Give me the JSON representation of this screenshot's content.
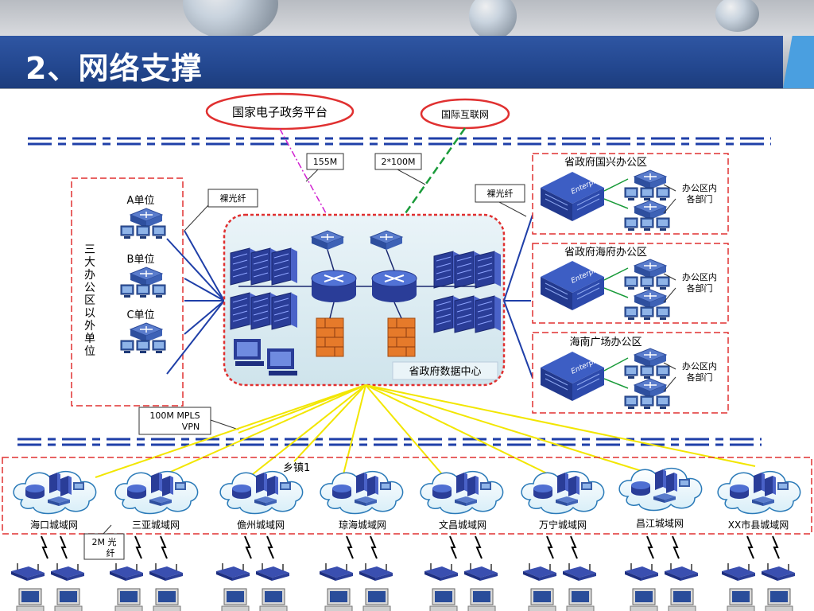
{
  "slide": {
    "title": "2、网络支撑"
  },
  "top_nodes": {
    "gov_platform": "国家电子政务平台",
    "internet": "国际互联网",
    "link_155m": "155M",
    "link_2x100m": "2*100M"
  },
  "fiber_labels": {
    "left": "裸光纤",
    "right": "裸光纤"
  },
  "left_group": {
    "vertical_title": [
      "三",
      "大",
      "办",
      "公",
      "区",
      "以",
      "外",
      "单",
      "位"
    ],
    "units": [
      "A单位",
      "B单位",
      "C单位"
    ]
  },
  "data_center": {
    "label": "省政府数据中心"
  },
  "right_offices": [
    {
      "name": "省政府国兴办公区",
      "note_line1": "办公区内",
      "note_line2": "各部门"
    },
    {
      "name": "省政府海府办公区",
      "note_line1": "办公区内",
      "note_line2": "各部门"
    },
    {
      "name": "海南广场办公区",
      "note_line1": "办公区内",
      "note_line2": "各部门"
    }
  ],
  "building_text": "Enterprise",
  "mpls_label": {
    "line1": "100M MPLS",
    "line2": "VPN"
  },
  "township_label": "乡镇1",
  "city_networks": [
    "海口城域网",
    "三亚城域网",
    "儋州城域网",
    "琼海城域网",
    "文昌城域网",
    "万宁城域网",
    "昌江城域网",
    "XX市县城域网"
  ],
  "fiber_2m": {
    "line1": "2M 光",
    "line2": "纤"
  },
  "colors": {
    "title_bar": "#23478f",
    "accent": "#4a9fe0",
    "dash_lines": "#1f3fa8",
    "red_dashed": "#e03030",
    "yellow_links": "#f2e600",
    "green_links": "#1a9b3a",
    "magenta_link": "#d020d0"
  }
}
